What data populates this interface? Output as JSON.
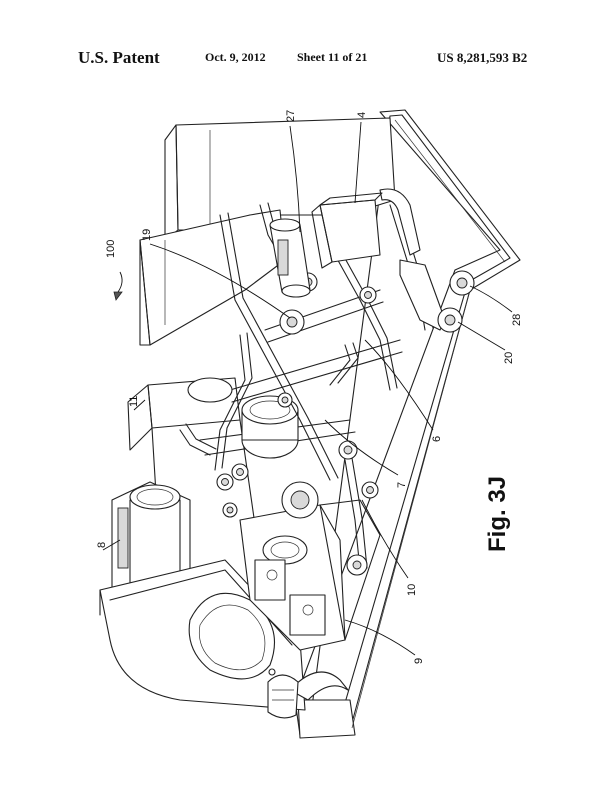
{
  "header": {
    "office": "U.S. Patent",
    "date": "Oct. 9, 2012",
    "sheet": "Sheet 11 of 21",
    "patent_number": "US 8,281,593 B2"
  },
  "figure": {
    "caption": "Fig. 3J",
    "reference_numerals": [
      "100",
      "27",
      "4",
      "19",
      "11",
      "8",
      "6",
      "7",
      "10",
      "9",
      "20",
      "28"
    ]
  }
}
